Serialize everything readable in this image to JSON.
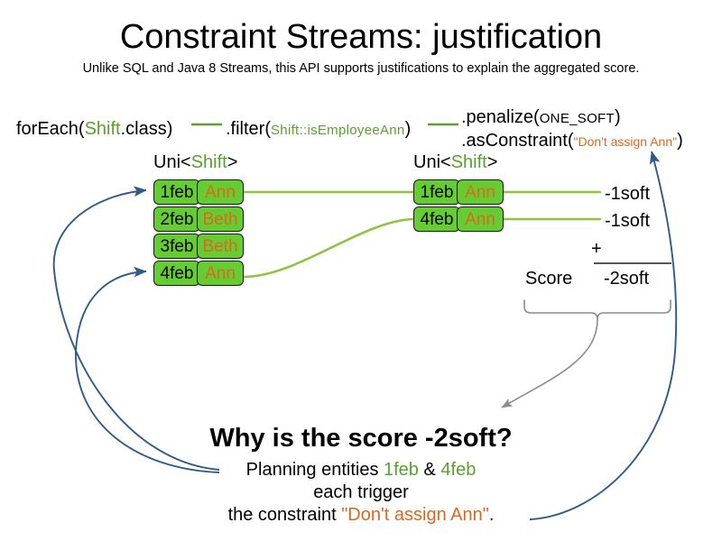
{
  "slide": {
    "title": "Constraint Streams: justification",
    "subtitle": "Unlike SQL and Java 8 Streams, this API supports justifications to explain the aggregated score."
  },
  "colors": {
    "green_text": "#5aa02c",
    "orange_text": "#e0661b",
    "card_fill": "#66cc33",
    "card_border": "#1a1a1a",
    "connector_green": "#8cc63f",
    "arrow_blue": "#2e5c8a",
    "brace_gray": "#8c8c8c"
  },
  "code": {
    "for_each": {
      "method": "forEach(",
      "type": "Shift",
      "tail": ".class)"
    },
    "filter": {
      "method": ".filter(",
      "arg": "Shift::isEmployeeAnn",
      "tail": ")"
    },
    "penalize": {
      "method": ".penalize(",
      "arg": "ONE_SOFT",
      "tail": ")"
    },
    "as_constraint": {
      "method": ".asConstraint(",
      "arg": "\"Don't assign Ann\"",
      "tail": ")"
    }
  },
  "streams": {
    "left": {
      "label_prefix": "Uni<",
      "label_type": "Shift",
      "label_suffix": ">",
      "cards": [
        {
          "date": "1feb",
          "name": "Ann"
        },
        {
          "date": "2feb",
          "name": "Beth"
        },
        {
          "date": "3feb",
          "name": "Beth"
        },
        {
          "date": "4feb",
          "name": "Ann"
        }
      ]
    },
    "right": {
      "label_prefix": "Uni<",
      "label_type": "Shift",
      "label_suffix": ">",
      "cards": [
        {
          "date": "1feb",
          "name": "Ann"
        },
        {
          "date": "4feb",
          "name": "Ann"
        }
      ]
    }
  },
  "scores": {
    "penalties": [
      "-1soft",
      "-1soft"
    ],
    "operator": "+",
    "label": "Score",
    "total": "-2soft"
  },
  "explanation": {
    "heading": "Why is the score -2soft?",
    "line1_prefix": "Planning entities ",
    "line1_entity_a": "1feb",
    "line1_amp": " & ",
    "line1_entity_b": "4feb",
    "line2": "each trigger",
    "line3_prefix": "the constraint ",
    "line3_constraint": "\"Don't assign Ann\"",
    "line3_suffix": "."
  }
}
